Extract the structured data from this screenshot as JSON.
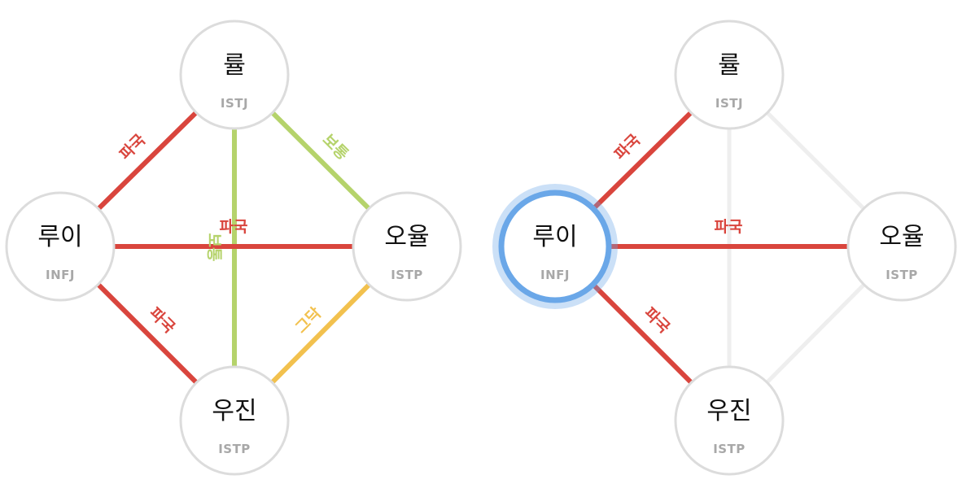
{
  "colors": {
    "red": "#d9453d",
    "green": "#b5d36b",
    "yellow": "#f2c14e",
    "faded": "#eeeeee",
    "node_border": "#dcdcdc",
    "highlight_ring": "#6aa7e8"
  },
  "people": {
    "ryul": {
      "name": "률",
      "type": "ISTJ"
    },
    "rui": {
      "name": "루이",
      "type": "INFJ"
    },
    "oyul": {
      "name": "오율",
      "type": "ISTP"
    },
    "ujin": {
      "name": "우진",
      "type": "ISTP"
    }
  },
  "diagrams": [
    {
      "id": "all-relations",
      "selected": null,
      "edges": [
        {
          "from": "rui",
          "to": "ryul",
          "label": "파국",
          "color": "red"
        },
        {
          "from": "ryul",
          "to": "oyul",
          "label": "보통",
          "color": "green"
        },
        {
          "from": "ryul",
          "to": "ujin",
          "label": "보통",
          "color": "green"
        },
        {
          "from": "rui",
          "to": "oyul",
          "label": "파국",
          "color": "red"
        },
        {
          "from": "rui",
          "to": "ujin",
          "label": "파국",
          "color": "red"
        },
        {
          "from": "ujin",
          "to": "oyul",
          "label": "그닥",
          "color": "yellow"
        }
      ]
    },
    {
      "id": "rui-relations",
      "selected": "rui",
      "edges": [
        {
          "from": "ryul",
          "to": "oyul",
          "label": "",
          "color": "faded"
        },
        {
          "from": "ryul",
          "to": "ujin",
          "label": "",
          "color": "faded"
        },
        {
          "from": "ujin",
          "to": "oyul",
          "label": "",
          "color": "faded"
        },
        {
          "from": "rui",
          "to": "ryul",
          "label": "파국",
          "color": "red"
        },
        {
          "from": "rui",
          "to": "oyul",
          "label": "파국",
          "color": "red"
        },
        {
          "from": "rui",
          "to": "ujin",
          "label": "파국",
          "color": "red"
        }
      ]
    }
  ]
}
